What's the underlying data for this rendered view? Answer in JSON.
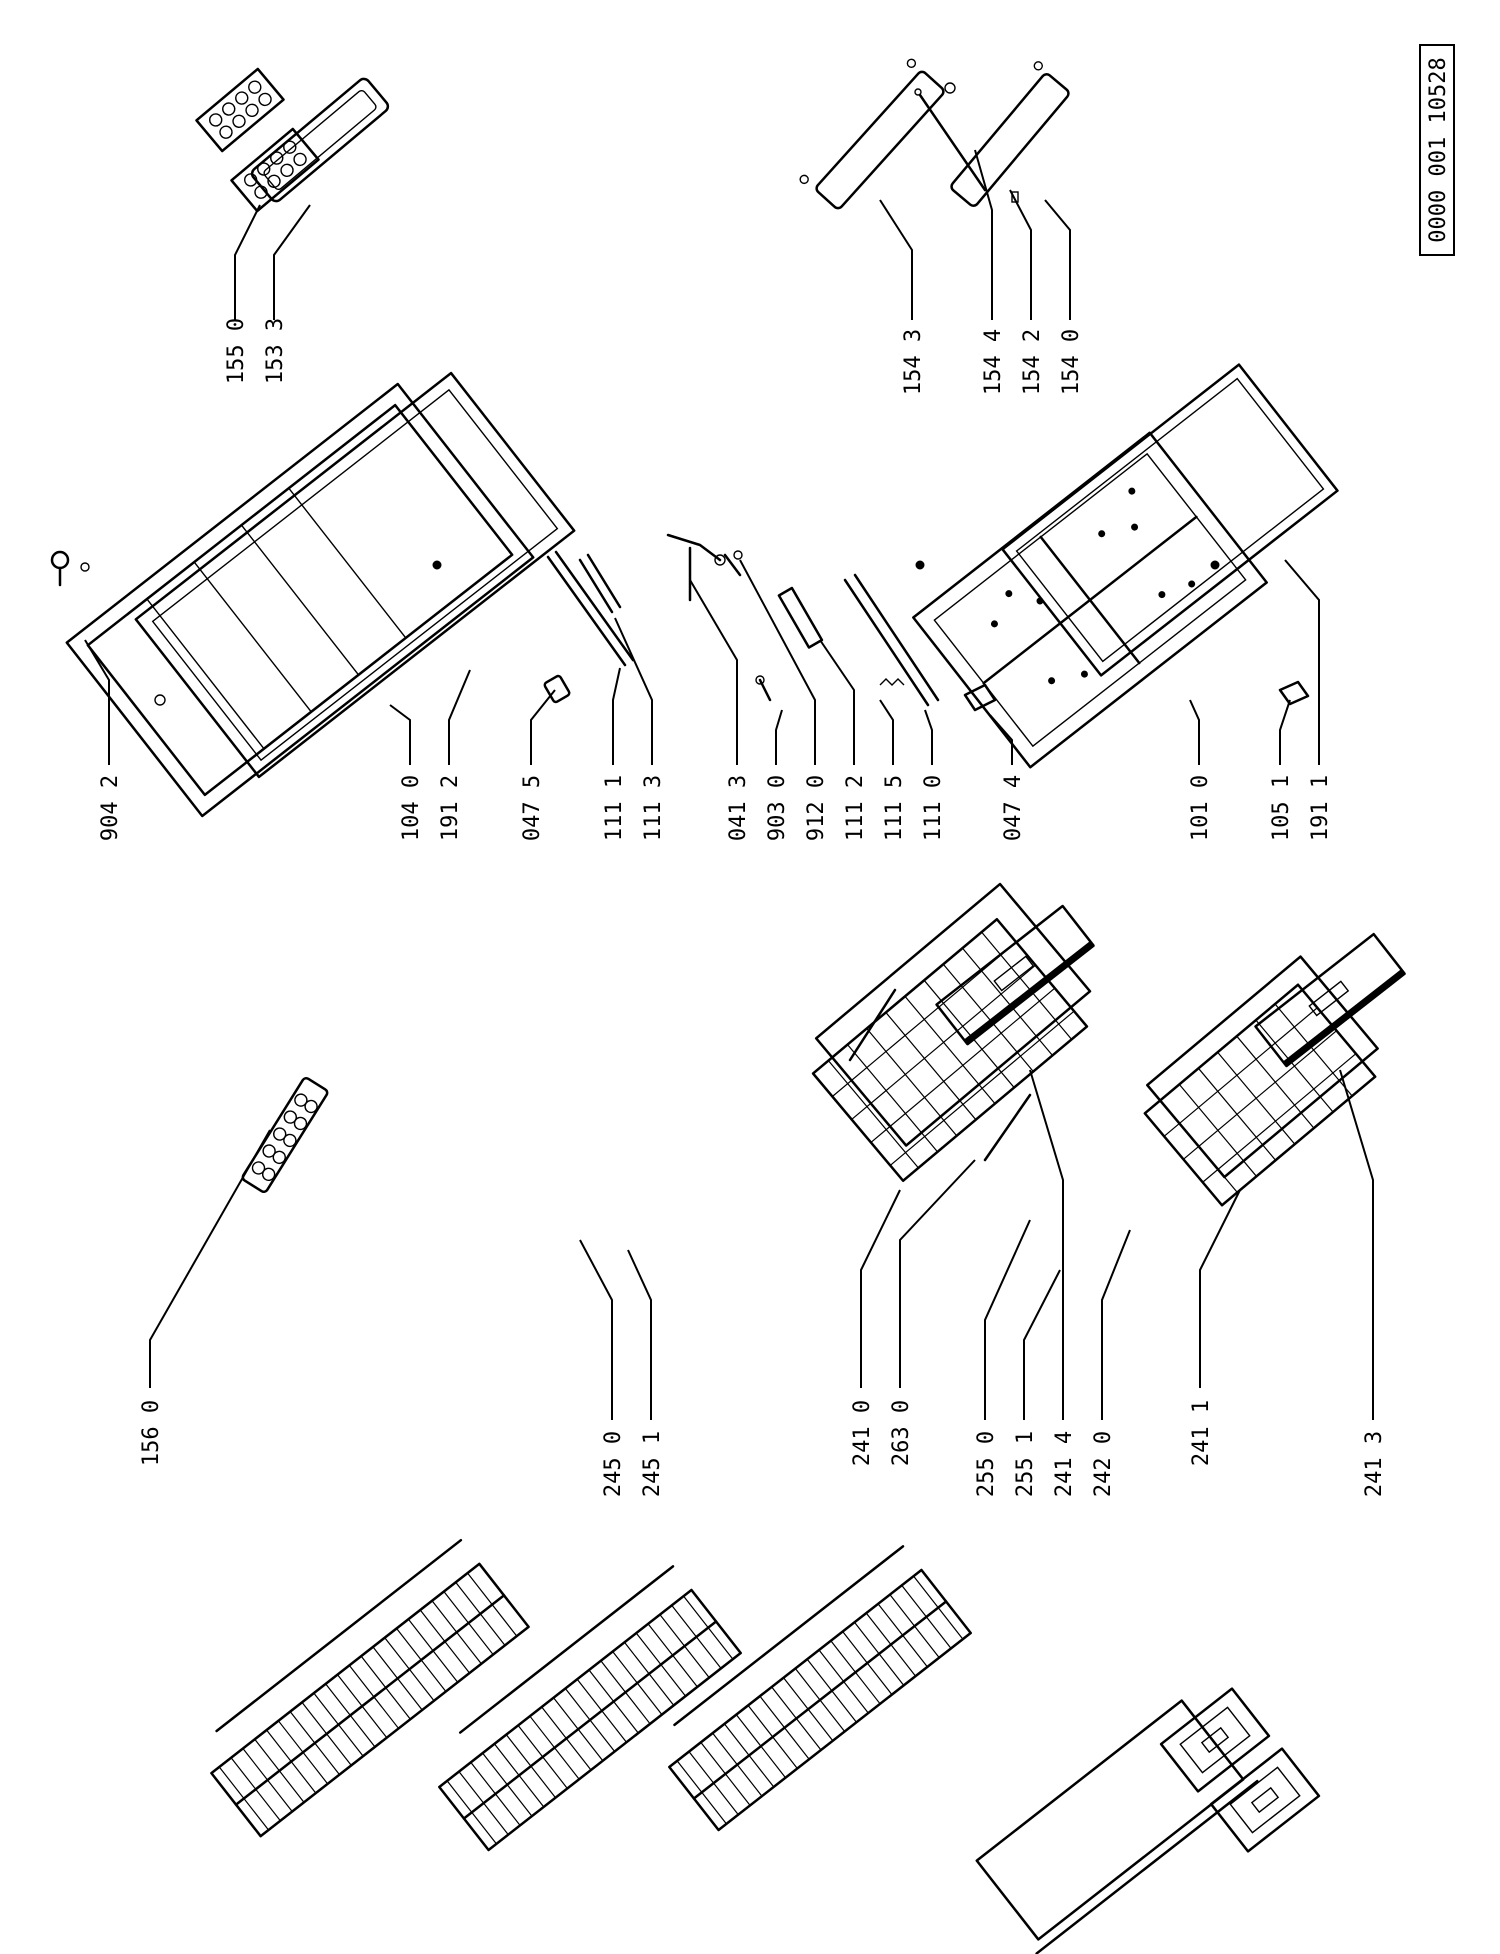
{
  "document_ref": "0000 001 10528",
  "labels": {
    "p156_0": "156 0",
    "p245_0": "245 0",
    "p245_1": "245 1",
    "p241_0": "241 0",
    "p263_0": "263 0",
    "p255_0": "255 0",
    "p255_1": "255 1",
    "p241_4": "241 4",
    "p242_0": "242 0",
    "p241_1": "241 1",
    "p241_3": "241 3",
    "p904_2": "904 2",
    "p104_0": "104 0",
    "p191_2": "191 2",
    "p047_5": "047 5",
    "p111_1": "111 1",
    "p111_3": "111 3",
    "p041_3": "041 3",
    "p903_0": "903 0",
    "p912_0": "912 0",
    "p111_2": "111 2",
    "p111_5": "111 5",
    "p111_0": "111 0",
    "p047_4": "047 4",
    "p101_0": "101 0",
    "p105_1": "105 1",
    "p191_1": "191 1",
    "p155_0": "155 0",
    "p153_3": "153 3",
    "p154_3": "154 3",
    "p154_4": "154 4",
    "p154_2": "154 2",
    "p154_0": "154 0"
  }
}
